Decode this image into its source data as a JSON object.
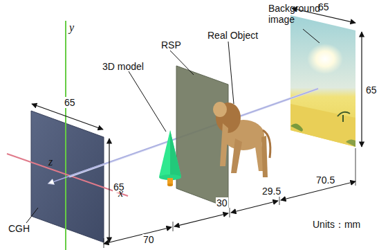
{
  "diagram": {
    "labels": [
      "Background image",
      "65",
      "Real Object",
      "RSP",
      "3D model",
      "65",
      "y",
      "65",
      "z",
      "65",
      "x",
      "70.5",
      "29.5",
      "30",
      "CGH",
      "70",
      "Units：mm"
    ]
  }
}
